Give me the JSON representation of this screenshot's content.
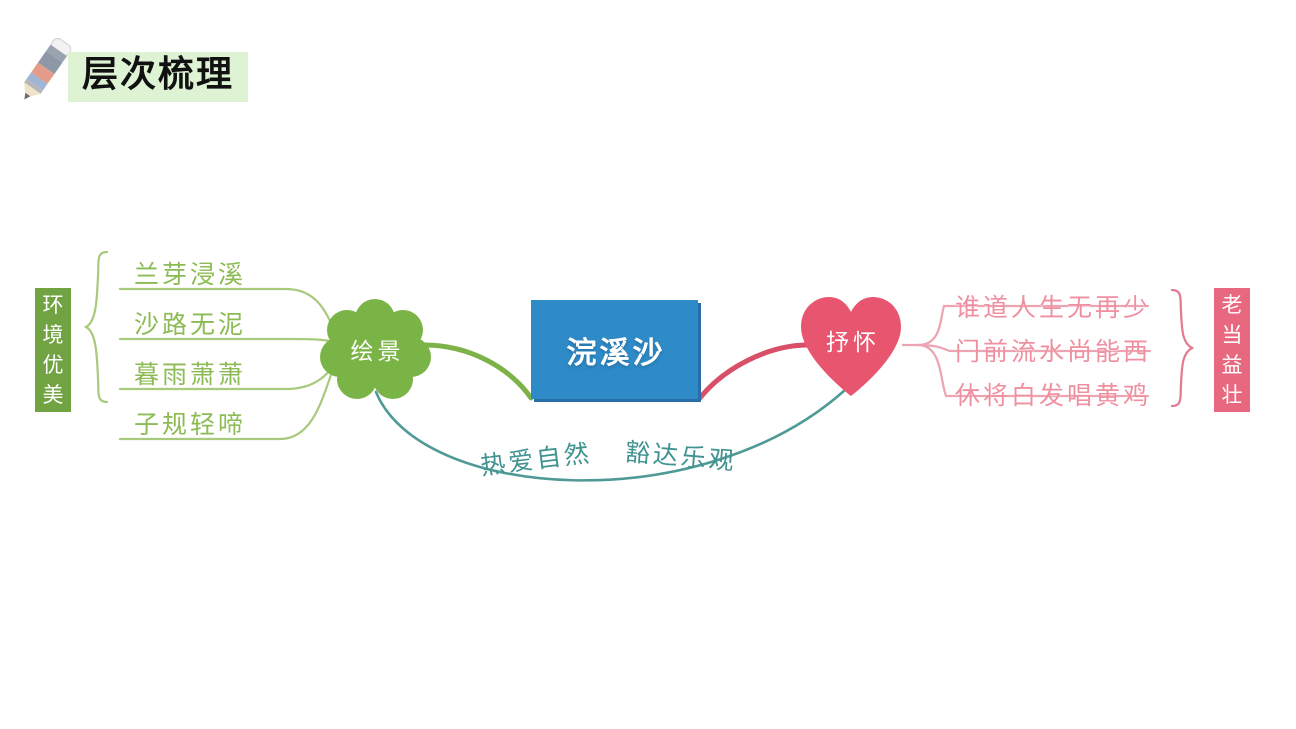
{
  "page": {
    "background": "#ffffff",
    "title": {
      "text": "层次梳理",
      "highlight_color": "#ddf3d4",
      "icon": "pencil-icon"
    }
  },
  "colors": {
    "green_label": "#72a343",
    "green_node": "#7bb446",
    "green_line": "#8cbb55",
    "blue_box": "#2e8bc8",
    "blue_shadow": "#2a6ea8",
    "pink_label": "#e8697f",
    "pink_node": "#e8556e",
    "pink_line": "#ef90a0",
    "teal_line": "#3f9390"
  },
  "left_branch": {
    "label": "环境优美",
    "label_chars": [
      "环",
      "境",
      "优",
      "美"
    ],
    "node": "绘景",
    "items": [
      "兰芽浸溪",
      "沙路无泥",
      "暮雨萧萧",
      "子规轻啼"
    ]
  },
  "center": {
    "title": "浣溪沙"
  },
  "right_branch": {
    "label": "老当益壮",
    "label_chars": [
      "老",
      "当",
      "益",
      "壮"
    ],
    "node": "抒怀",
    "items": [
      "谁道人生无再少",
      "门前流水尚能西",
      "休将白发唱黄鸡"
    ]
  },
  "bottom_arc": {
    "text_left": "热爱自然",
    "text_right": "豁达乐观"
  }
}
